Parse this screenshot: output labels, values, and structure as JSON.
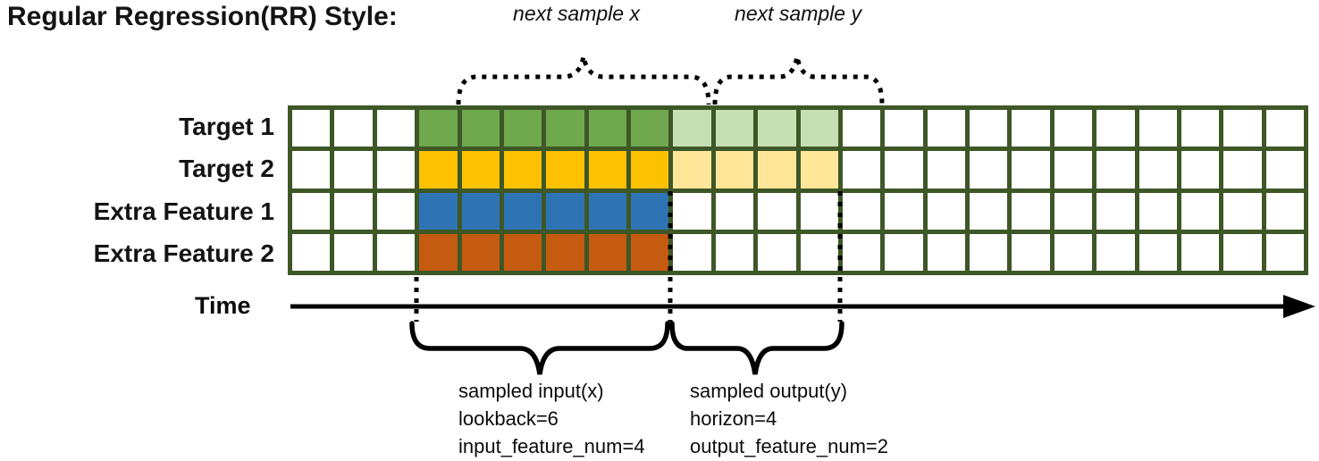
{
  "title": "Regular Regression(RR) Style:",
  "top_annotations": {
    "next_sample_x": "next sample x",
    "next_sample_y": "next sample y"
  },
  "time_axis": {
    "label": "Time"
  },
  "sampled_input": {
    "lines": [
      "sampled input(x)",
      "lookback=6",
      "input_feature_num=4"
    ]
  },
  "sampled_output": {
    "lines": [
      "sampled output(y)",
      "horizon=4",
      "output_feature_num=2"
    ]
  },
  "grid": {
    "columns": 24,
    "input_start": 3,
    "lookback": 6,
    "horizon": 4,
    "rows": [
      {
        "label": "Target 1",
        "input_color": "#6FA84D",
        "output_color": "#C6E0B4"
      },
      {
        "label": "Target 2",
        "input_color": "#FDC101",
        "output_color": "#FFE699"
      },
      {
        "label": "Extra Feature 1",
        "input_color": "#2E74B5",
        "output_color": null
      },
      {
        "label": "Extra Feature 2",
        "input_color": "#C55A11",
        "output_color": null
      }
    ]
  },
  "colors": {
    "grid_line": "#3E5727",
    "empty_cell": "#FFFFFF",
    "annotation": "#000000"
  }
}
